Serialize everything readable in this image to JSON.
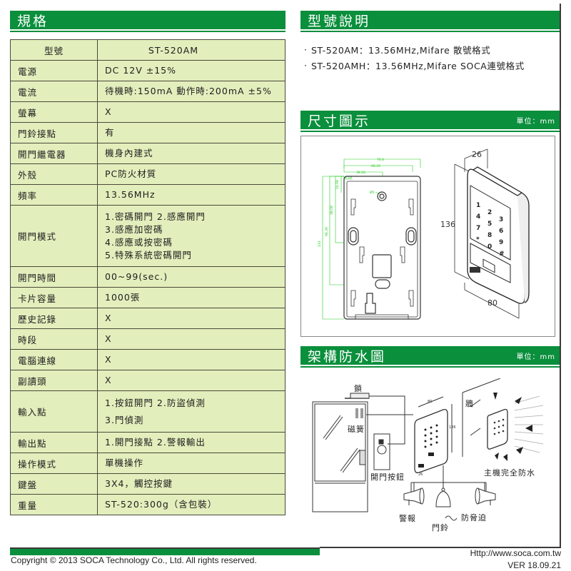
{
  "colors": {
    "brand_green": "#0a8f3c",
    "table_bg": "#e2eebc",
    "border": "#4a4a3a",
    "dim_line": "#22cc22"
  },
  "specs": {
    "title": "規格",
    "header": {
      "key": "型號",
      "value": "ST-520AM"
    },
    "rows": [
      {
        "key": "電源",
        "value": [
          "DC 12V ±15%"
        ]
      },
      {
        "key": "電流",
        "value": [
          "待機時:150mA 動作時:200mA  ±5%"
        ]
      },
      {
        "key": "螢幕",
        "value": [
          "X"
        ]
      },
      {
        "key": "門鈴接點",
        "value": [
          "有"
        ]
      },
      {
        "key": "開門繼電器",
        "value": [
          "機身內建式"
        ]
      },
      {
        "key": "外殼",
        "value": [
          "PC防火材質"
        ]
      },
      {
        "key": "頻率",
        "value": [
          "13.56MHz"
        ]
      },
      {
        "key": "開門模式",
        "value": [
          "1.密碼開門 2.感應開門",
          "3.感應加密碼",
          "4.感應或按密碼",
          "5.特殊系統密碼開門"
        ]
      },
      {
        "key": "開門時間",
        "value": [
          "00~99(sec.)"
        ]
      },
      {
        "key": "卡片容量",
        "value": [
          "1000張"
        ]
      },
      {
        "key": "歷史記錄",
        "value": [
          "X"
        ]
      },
      {
        "key": "時段",
        "value": [
          "X"
        ]
      },
      {
        "key": "電腦連線",
        "value": [
          "X"
        ]
      },
      {
        "key": "副讀頭",
        "value": [
          "X"
        ]
      },
      {
        "key": "輸入點",
        "value": [
          "1.按鈕開門 2.防盜偵測",
          "3.門偵測"
        ]
      },
      {
        "key": "輸出點",
        "value": [
          "1.開門接點 2.警報輸出"
        ]
      },
      {
        "key": "操作模式",
        "value": [
          "單機操作"
        ]
      },
      {
        "key": "鍵盤",
        "value": [
          "3X4，觸控按鍵"
        ]
      },
      {
        "key": "重量",
        "value": [
          "ST-520:300g（含包裝）"
        ]
      }
    ]
  },
  "model_desc": {
    "title": "型號說明",
    "items": [
      {
        "bullet": "·",
        "text": "ST-520AM：13.56MHz,Mifare 散號格式"
      },
      {
        "bullet": "·",
        "text": "ST-520AMH：13.56MHz,Mifare SOCA連號格式"
      }
    ]
  },
  "dimensions": {
    "title": "尺寸圖示",
    "unit": "單位：mm",
    "back_plate": {
      "width_total": "76.4",
      "w2": "68.18",
      "w3": "38.18",
      "w4": "8.18",
      "h_top": "14.08",
      "h_mid": "38.08",
      "h_low": "96.39",
      "h_total": "133",
      "hole": "Ø5"
    },
    "device": {
      "depth": "26",
      "height": "136",
      "width": "80",
      "keys": [
        "1",
        "2",
        "3",
        "4",
        "5",
        "6",
        "7",
        "8",
        "9",
        "*",
        "0",
        "#"
      ]
    }
  },
  "wiring": {
    "title": "架構防水圖",
    "unit": "單位：mm",
    "labels": {
      "lock": "鎖",
      "magnet": "磁簧",
      "exit_button": "開門按鈕",
      "wall": "牆",
      "waterproof": "主機完全防水",
      "alarm": "警報",
      "doorbell": "門鈴",
      "tamper": "防脅迫"
    },
    "mini_dims": {
      "w": "80",
      "h": "136",
      "d": "26"
    }
  },
  "footer": {
    "copyright": "Copyright © 2013 SOCA Technology Co., Ltd. All rights reserved.",
    "url": "Http://www.soca.com.tw",
    "version": "VER 18.09.21"
  }
}
